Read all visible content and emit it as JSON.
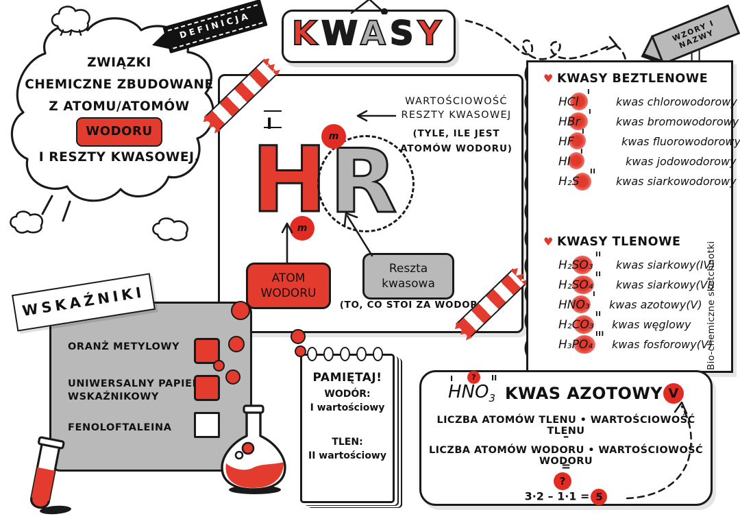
{
  "title": {
    "letters": [
      {
        "ch": "K",
        "color": "red"
      },
      {
        "ch": "W",
        "color": "black"
      },
      {
        "ch": "A",
        "color": "gray"
      },
      {
        "ch": "S",
        "color": "black"
      },
      {
        "ch": "Y",
        "color": "red"
      }
    ],
    "text": "KWASY"
  },
  "definition": {
    "banner": "DEFINICJA",
    "lines": [
      "ZWIĄZKI",
      "CHEMICZNE ZBUDOWANE",
      "Z ATOMU/ATOMÓW"
    ],
    "highlight": "WODORU",
    "last_line": "I RESZTY KWASOWEJ."
  },
  "sign": {
    "label": "WZORY I NAZWY"
  },
  "main_card": {
    "letter_h": "H",
    "letter_r": "R",
    "valence_h": "I",
    "dot_top": "m",
    "dot_bottom": "m",
    "annotation_line1": "WARTOŚCIOWOŚĆ",
    "annotation_line2": "RESZTY KWASOWEJ",
    "annotation_line3": "(TYLE, ILE JEST",
    "annotation_line4": "ATOMÓW WODORU)",
    "box_atom_l1": "ATOM",
    "box_atom_l2": "WODORU",
    "box_reszta_l1": "Reszta",
    "box_reszta_l2": "kwasowa",
    "caption_reszta": "(TO, CO STOI ZA WODOREM)"
  },
  "sheet": {
    "section1": {
      "heading": "KWASY BEZTLENOWE",
      "rows": [
        {
          "formula": "HCl",
          "valence": "I",
          "name": "kwas chlorowodorowy"
        },
        {
          "formula": "HBr",
          "valence": "I",
          "name": "kwas bromowodorowy"
        },
        {
          "formula": "HF",
          "valence": "I",
          "name": "kwas fluorowodorowy"
        },
        {
          "formula": "HI",
          "valence": "I",
          "name": "kwas jodowodorowy"
        },
        {
          "formula": "H₂S",
          "valence": "II",
          "name": "kwas siarkowodorowy"
        }
      ]
    },
    "section2": {
      "heading": "KWASY TLENOWE",
      "rows": [
        {
          "formula": "H₂SO₃",
          "valence": "II",
          "name": "kwas siarkowy(IV)"
        },
        {
          "formula": "H₂SO₄",
          "valence": "II",
          "name": "kwas siarkowy(VI)"
        },
        {
          "formula": "HNO₃",
          "valence": "I",
          "name": "kwas azotowy(V)"
        },
        {
          "formula": "H₂CO₃",
          "valence": "II",
          "name": "kwas węglowy"
        },
        {
          "formula": "H₃PO₄",
          "valence": "III",
          "name": "kwas fosforowy(V)"
        }
      ]
    }
  },
  "indicators": {
    "label": "WSKAŹNIKI",
    "items": [
      "ORANŻ METYLOWY",
      "UNIWERSALNY PAPIEREK\nWSKAŹNIKOWY",
      "FENOLOFTALEINA"
    ],
    "item1": "ORANŻ METYLOWY",
    "item2a": "UNIWERSALNY PAPIEREK",
    "item2b": "WSKAŹNIKOWY",
    "item3": "FENOLOFTALEINA"
  },
  "notepad": {
    "title": "PAMIĘTAJ!",
    "key1": "WODÓR:",
    "val1": "I wartościowy",
    "key2": "TLEN:",
    "val2": "II wartościowy"
  },
  "calc": {
    "formula": "HNO",
    "formula_sub": "3",
    "valence_h": "I",
    "valence_o": "II",
    "question": "?",
    "title": "KWAS AZOTOWY",
    "roman": "V",
    "line1": "LICZBA ATOMÓW TLENU • WARTOŚCIOWOŚĆ TLENU",
    "minus": "–",
    "line2": "LICZBA ATOMÓW WODORU • WARTOŚCIOWOŚĆ WODORU",
    "equals": "=",
    "unknown": "?",
    "result_expr": "3·2 – 1·1 =",
    "result_value": "5"
  },
  "signature": "Bio-chemiczne sketchnotki",
  "colors": {
    "red": "#e43b2f",
    "red_dark": "#e22b22",
    "gray": "#b9b9b9",
    "ink": "#1a1a1a"
  }
}
